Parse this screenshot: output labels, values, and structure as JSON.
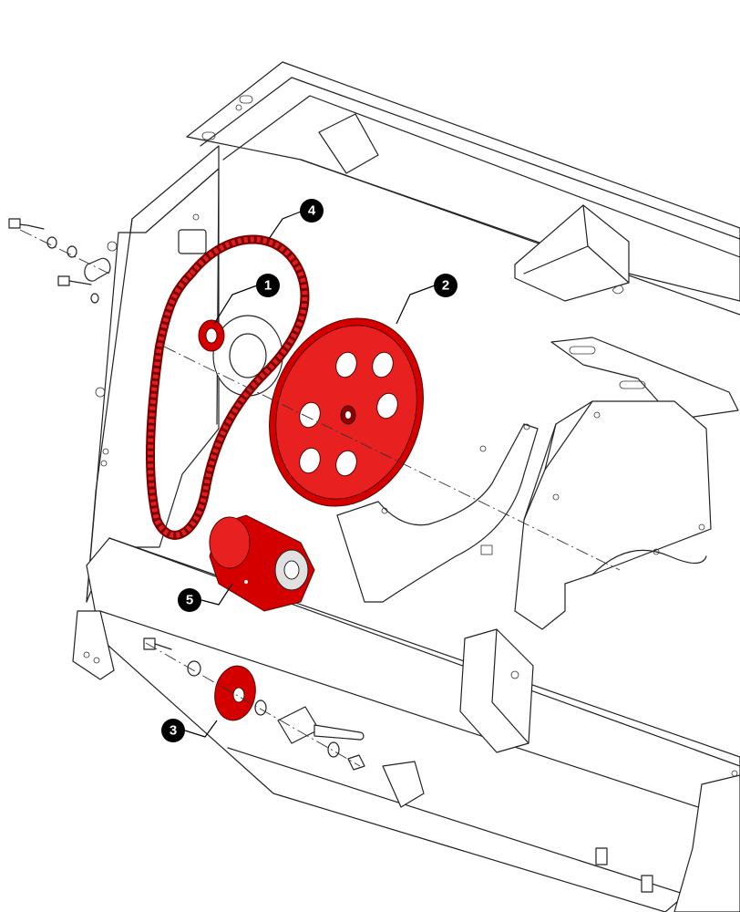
{
  "callouts": [
    {
      "id": "1",
      "label": "1"
    },
    {
      "id": "2",
      "label": "2"
    },
    {
      "id": "3",
      "label": "3"
    },
    {
      "id": "4",
      "label": "4"
    },
    {
      "id": "5",
      "label": "5"
    }
  ],
  "colors": {
    "highlight": "#d40000",
    "outline": "#222222",
    "background": "#ffffff",
    "callout": "#000000"
  }
}
